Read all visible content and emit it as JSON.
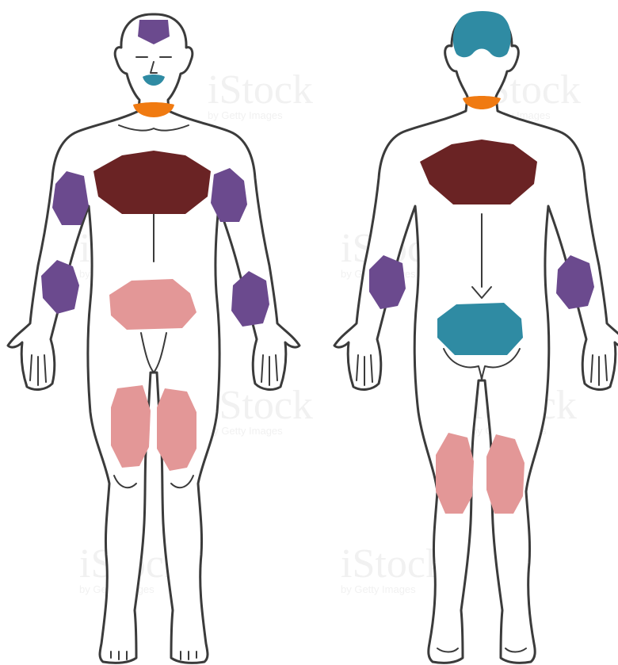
{
  "watermark": {
    "brand": "iStock",
    "credit": "by Getty Images"
  },
  "colors": {
    "skin": "#ffffff",
    "outline": "#3b3b3b",
    "purple": "#6b4a8e",
    "teal": "#2f8ba3",
    "orange": "#f07a11",
    "maroon": "#6a2324",
    "pink": "#e39797"
  },
  "figures": [
    {
      "view": "front",
      "highlighted_regions": [
        {
          "region": "head-top",
          "color_key": "purple"
        },
        {
          "region": "mouth",
          "color_key": "teal"
        },
        {
          "region": "neck",
          "color_key": "orange"
        },
        {
          "region": "chest",
          "color_key": "maroon"
        },
        {
          "region": "upper-arm-left",
          "color_key": "purple"
        },
        {
          "region": "upper-arm-right",
          "color_key": "purple"
        },
        {
          "region": "forearm-left",
          "color_key": "purple"
        },
        {
          "region": "forearm-right",
          "color_key": "purple"
        },
        {
          "region": "lower-abdomen",
          "color_key": "pink"
        },
        {
          "region": "thigh-left",
          "color_key": "pink"
        },
        {
          "region": "thigh-right",
          "color_key": "pink"
        }
      ]
    },
    {
      "view": "back",
      "highlighted_regions": [
        {
          "region": "back-of-head",
          "color_key": "teal"
        },
        {
          "region": "neck",
          "color_key": "orange"
        },
        {
          "region": "upper-back",
          "color_key": "maroon"
        },
        {
          "region": "elbow-left",
          "color_key": "purple"
        },
        {
          "region": "elbow-right",
          "color_key": "purple"
        },
        {
          "region": "buttocks",
          "color_key": "teal"
        },
        {
          "region": "hamstring-left",
          "color_key": "pink"
        },
        {
          "region": "hamstring-right",
          "color_key": "pink"
        }
      ]
    }
  ]
}
